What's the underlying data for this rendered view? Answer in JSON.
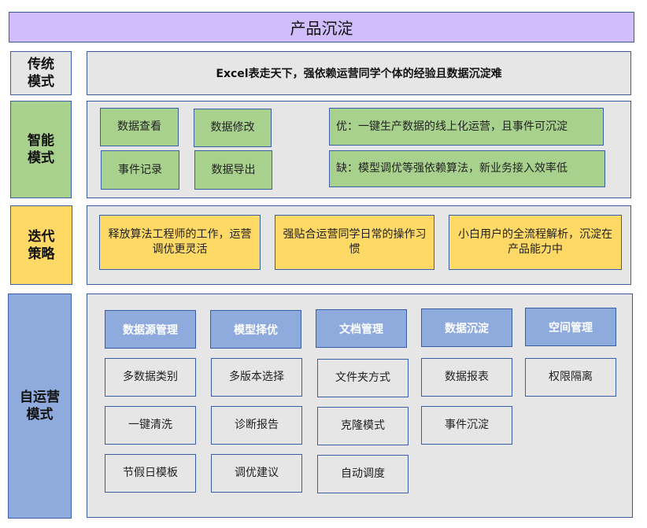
{
  "title": "产品沉淀",
  "rows": {
    "traditional": {
      "label": "传统\n模式",
      "description": "Excel表走天下，强依赖运营同学个体的经验且数据沉淀难"
    },
    "smart": {
      "label": "智能\n模式",
      "features": [
        "数据查看",
        "数据修改",
        "事件记录",
        "数据导出"
      ],
      "pros": "优：一键生产数据的线上化运营，且事件可沉淀",
      "cons": "缺：模型调优等强依赖算法，新业务接入效率低"
    },
    "iteration": {
      "label": "迭代\n策略",
      "strategies": [
        "释放算法工程师的工作，运营调优更灵活",
        "强贴合运营同学日常的操作习惯",
        "小白用户的全流程解析，沉淀在产品能力中"
      ]
    },
    "self_ops": {
      "label": "自运营\n模式",
      "columns": [
        {
          "header": "数据源管理",
          "items": [
            "多数据类别",
            "一键清洗",
            "节假日模板"
          ]
        },
        {
          "header": "模型择优",
          "items": [
            "多版本选择",
            "诊断报告",
            "调优建议"
          ]
        },
        {
          "header": "文档管理",
          "items": [
            "文件夹方式",
            "克隆模式",
            "自动调度"
          ]
        },
        {
          "header": "数据沉淀",
          "items": [
            "数据报表",
            "事件沉淀"
          ]
        },
        {
          "header": "空间管理",
          "items": [
            "权限隔离"
          ]
        }
      ]
    }
  },
  "colors": {
    "title_bg": "#d2bdfc",
    "panel_bg": "#e6e6e6",
    "green": "#a9d18e",
    "yellow": "#ffd966",
    "blue": "#8faadc",
    "border": "#3a5ea8"
  }
}
